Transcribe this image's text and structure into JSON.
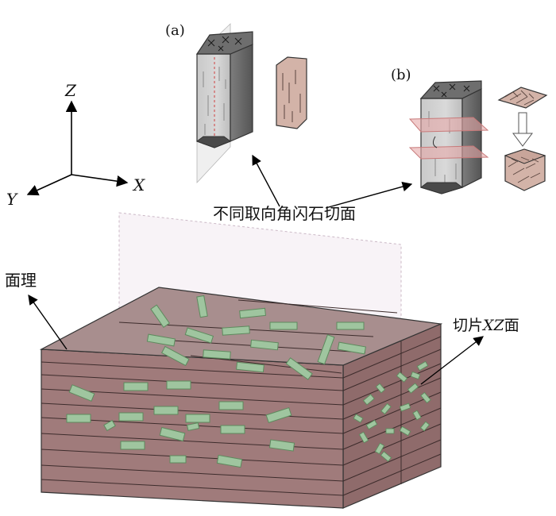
{
  "panel_labels": {
    "a": "(a)",
    "b": "(b)"
  },
  "axes": {
    "x": "X",
    "y": "Y",
    "z": "Z"
  },
  "annotations": {
    "sections": "不同取向角闪石切面",
    "foliation": "面理",
    "slice_prefix": "切片",
    "slice_axes": "XZ",
    "slice_suffix": "面"
  },
  "colors": {
    "slab_top": "#a88e8e",
    "slab_front": "#a07b7b",
    "slab_side": "#8f6b6b",
    "mineral": "#9fc59f",
    "mineral_edge": "#5e8a5e",
    "crystal_light": "#d2d2d2",
    "crystal_dark": "#6f6f6f",
    "section_brown": "#d3b3a8",
    "plane_red": "#e6a8a8"
  }
}
